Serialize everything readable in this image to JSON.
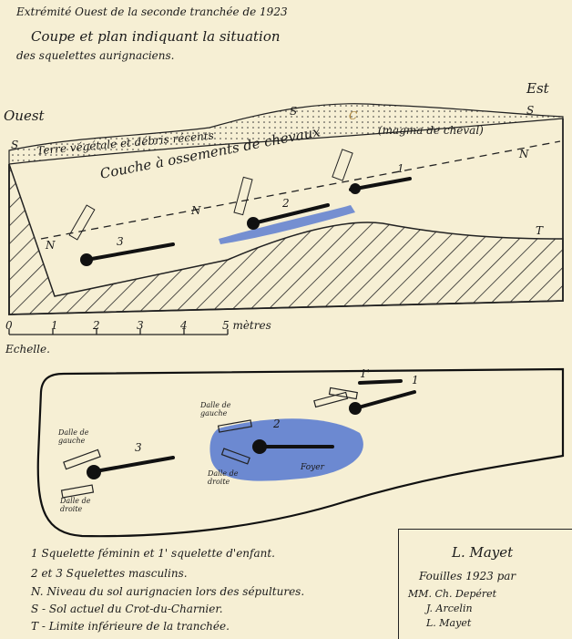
{
  "header": {
    "line1": "Extrémité Ouest de la seconde tranchée de 1923",
    "line2": "Coupe et plan indiquant la situation",
    "line3": "des squelettes aurignaciens."
  },
  "section": {
    "west": "Ouest",
    "east": "Est",
    "s_labels": [
      "S",
      "S",
      "S"
    ],
    "c_label": "C",
    "n_labels": [
      "N",
      "N",
      "N"
    ],
    "t_label": "T",
    "topsoil": "Terre végétale et débris récents",
    "horse_layer": "Couche à ossements de chevaux",
    "horse_magma": "(magma de cheval)",
    "skeleton_numbers": [
      "1",
      "2",
      "3"
    ]
  },
  "scale": {
    "ticks": [
      "0",
      "1",
      "2",
      "3",
      "4",
      "5 mètres"
    ],
    "label": "Echelle."
  },
  "plan": {
    "skeleton_numbers": [
      "1'",
      "1",
      "2",
      "3"
    ],
    "slab_left_top": "Dalle de gauche",
    "slab_left_bottom": "Dalle de droite",
    "slab_mid_top": "Dalle de gauche",
    "slab_mid_bottom": "Dalle de droite",
    "hearth": "Foyer"
  },
  "legend": [
    "1 Squelette féminin et 1' squelette d'enfant.",
    "2 et 3 Squelettes masculins.",
    "N. Niveau du sol aurignacien lors des sépultures.",
    "S - Sol actuel du Crot-du-Charnier.",
    "T - Limite inférieure de la tranchée."
  ],
  "signature": {
    "name": "L. Mayet",
    "line1": "Fouilles 1923 par",
    "line2": "MM. Ch. Depéret",
    "line3": "J. Arcelin",
    "line4": "L. Mayet"
  },
  "colors": {
    "paper": "#f6efd4",
    "ink": "#1a1a1a",
    "blue": "#3a5fbf"
  }
}
